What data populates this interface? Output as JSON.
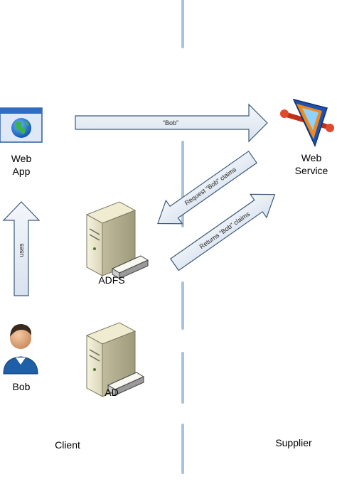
{
  "nodes": {
    "web_app": {
      "line1": "Web",
      "line2": "App"
    },
    "web_service": {
      "line1": "Web",
      "line2": "Service"
    },
    "adfs": {
      "label": "ADFS"
    },
    "ad": {
      "label": "AD"
    },
    "bob": {
      "label": "Bob"
    }
  },
  "arrows": {
    "bob_to_service": "“Bob”",
    "request_claims": "Request “Bob” claims",
    "returns_claims": "Returns “Bob” claims",
    "uses": "uses"
  },
  "zones": {
    "client": "Client",
    "supplier": "Supplier"
  },
  "colors": {
    "divider": "#a9c3dc",
    "arrow_fill": "#e8eef6",
    "arrow_stroke": "#3d5a7a"
  }
}
